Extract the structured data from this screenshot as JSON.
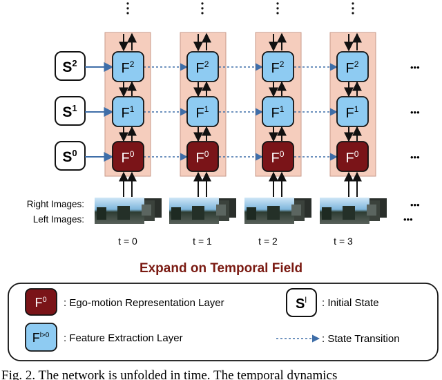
{
  "states": [
    {
      "base": "S",
      "sup": "2"
    },
    {
      "base": "S",
      "sup": "1"
    },
    {
      "base": "S",
      "sup": "0"
    }
  ],
  "layer_nodes": [
    {
      "base": "F",
      "sup": "2"
    },
    {
      "base": "F",
      "sup": "1"
    },
    {
      "base": "F",
      "sup": "0"
    }
  ],
  "timesteps": [
    "t = 0",
    "t = 1",
    "t = 2",
    "t = 3"
  ],
  "image_labels": {
    "right": "Right Images:",
    "left": "Left Images:"
  },
  "ellipsis": "•••",
  "section_title": "Expand on Temporal Field",
  "legend": {
    "ego_symbol": {
      "base": "F",
      "sup": "0"
    },
    "ego_label": ": Ego-motion Representation Layer",
    "feat_symbol": {
      "base": "F",
      "sup": "l>0"
    },
    "feat_label": ": Feature Extraction Layer",
    "state_symbol": {
      "base": "S",
      "sup": "l"
    },
    "state_label": ": Initial State",
    "transition_label": ": State Transition"
  },
  "caption": "Fig. 2. The network is unfolded in time. The temporal dynamics",
  "colors": {
    "column_bg": "#f5cdbd",
    "column_border": "#c89a8a",
    "feature_fill": "#8ecbf2",
    "ego_fill": "#7a1418",
    "arrow_blue": "#3f6ea8",
    "title_red": "#7a1a12"
  }
}
